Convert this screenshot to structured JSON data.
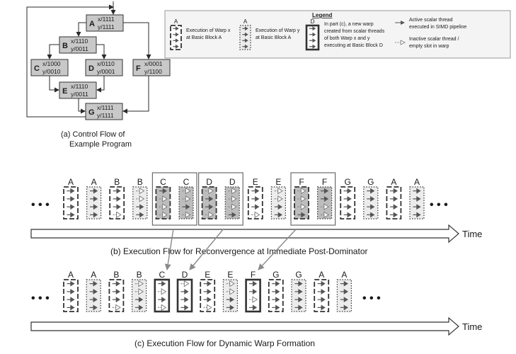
{
  "control_flow": {
    "blocks": [
      {
        "id": "A",
        "x": "x/1111",
        "y": "y/1111"
      },
      {
        "id": "B",
        "x": "x/1110",
        "y": "y/0011"
      },
      {
        "id": "C",
        "x": "x/1000",
        "y": "y/0010"
      },
      {
        "id": "D",
        "x": "x/0110",
        "y": "y/0001"
      },
      {
        "id": "F",
        "x": "x/0001",
        "y": "y/1100"
      },
      {
        "id": "E",
        "x": "x/1110",
        "y": "y/0011"
      },
      {
        "id": "G",
        "x": "x/1111",
        "y": "y/1111"
      }
    ],
    "caption_line1": "(a)  Control Flow of",
    "caption_line2": "Example Program"
  },
  "legend": {
    "title": "Legend",
    "glyph_a1": "A",
    "glyph_a2": "A",
    "glyph_d": "D",
    "warp_x": [
      "Execution of Warp x",
      "at Basic Block A"
    ],
    "warp_y": [
      "Execution of Warp y",
      "at Basic Block A"
    ],
    "new_warp": [
      "In part (c), a new warp",
      "created from scalar threads",
      "of both Warp x and y",
      "executing at Basic Block D"
    ],
    "active": [
      "Active scalar thread",
      "executed in SIMD pipeline"
    ],
    "inactive": [
      "Inactive scalar thread /",
      "empty slot in warp"
    ]
  },
  "flow_b": {
    "labels": [
      "A",
      "A",
      "B",
      "B",
      "C",
      "C",
      "D",
      "D",
      "E",
      "E",
      "F",
      "F",
      "G",
      "G",
      "A",
      "A"
    ],
    "warps": [
      "x",
      "y",
      "x",
      "y",
      "x",
      "y",
      "x",
      "y",
      "x",
      "y",
      "x",
      "y",
      "x",
      "y",
      "x",
      "y"
    ],
    "masks": [
      "1111",
      "1111",
      "1110",
      "0011",
      "1000",
      "0010",
      "0110",
      "0001",
      "1110",
      "0011",
      "0001",
      "1100",
      "1111",
      "1111",
      "1111",
      "1111"
    ],
    "caption": "(b)  Execution Flow for Reconvergence at Immediate Post-Dominator"
  },
  "flow_c": {
    "labels": [
      "A",
      "A",
      "B",
      "B",
      "C",
      "D",
      "E",
      "E",
      "F",
      "G",
      "G",
      "A",
      "A"
    ],
    "kinds": [
      "x",
      "y",
      "x",
      "y",
      "new",
      "new",
      "x",
      "y",
      "new",
      "x",
      "y",
      "x",
      "y"
    ],
    "masks": [
      "1111",
      "1111",
      "1110",
      "0011",
      "1010",
      "0111",
      "1110",
      "0011",
      "1101",
      "1111",
      "1111",
      "1111",
      "1111"
    ],
    "caption": "(c)  Execution Flow for Dynamic Warp Formation"
  },
  "time_label": "Time",
  "ellipsis": "• • •"
}
